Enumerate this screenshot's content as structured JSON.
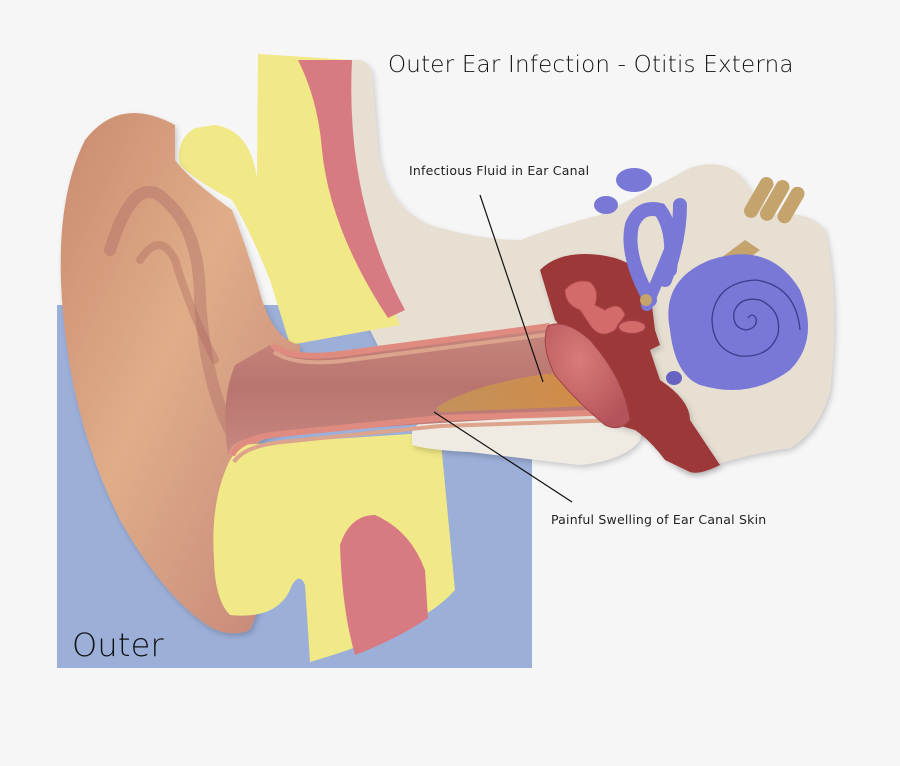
{
  "diagram": {
    "title": "Outer Ear Infection - Otitis Externa",
    "section_label": "Outer",
    "annotations": [
      {
        "id": "fluid",
        "text": "Infectious Fluid in Ear Canal",
        "points_to": "ear-canal-fluid"
      },
      {
        "id": "swelling",
        "text": "Painful Swelling of Ear Canal Skin",
        "points_to": "ear-canal-skin"
      }
    ],
    "structures": [
      "pinna",
      "cartilage",
      "ear-canal",
      "ear-canal-fluid",
      "ear-canal-skin",
      "temporal-bone",
      "eardrum",
      "middle-ear",
      "ossicles",
      "semicircular-canals",
      "cochlea",
      "auditory-nerve",
      "eustachian-tube"
    ],
    "colors": {
      "background": "#f6f6f6",
      "outer_panel": "#9cafd8",
      "skin": "#d9a585",
      "cartilage_yellow": "#f1e887",
      "tissue_pink": "#d77a82",
      "bone": "#e6dfd2",
      "middle_ear_red": "#9c3837",
      "inner_ear_blue": "#7a78d6",
      "nerve_tan": "#c4a36c",
      "fluid_orange": "#d49a45",
      "leader_line": "#111111"
    }
  }
}
